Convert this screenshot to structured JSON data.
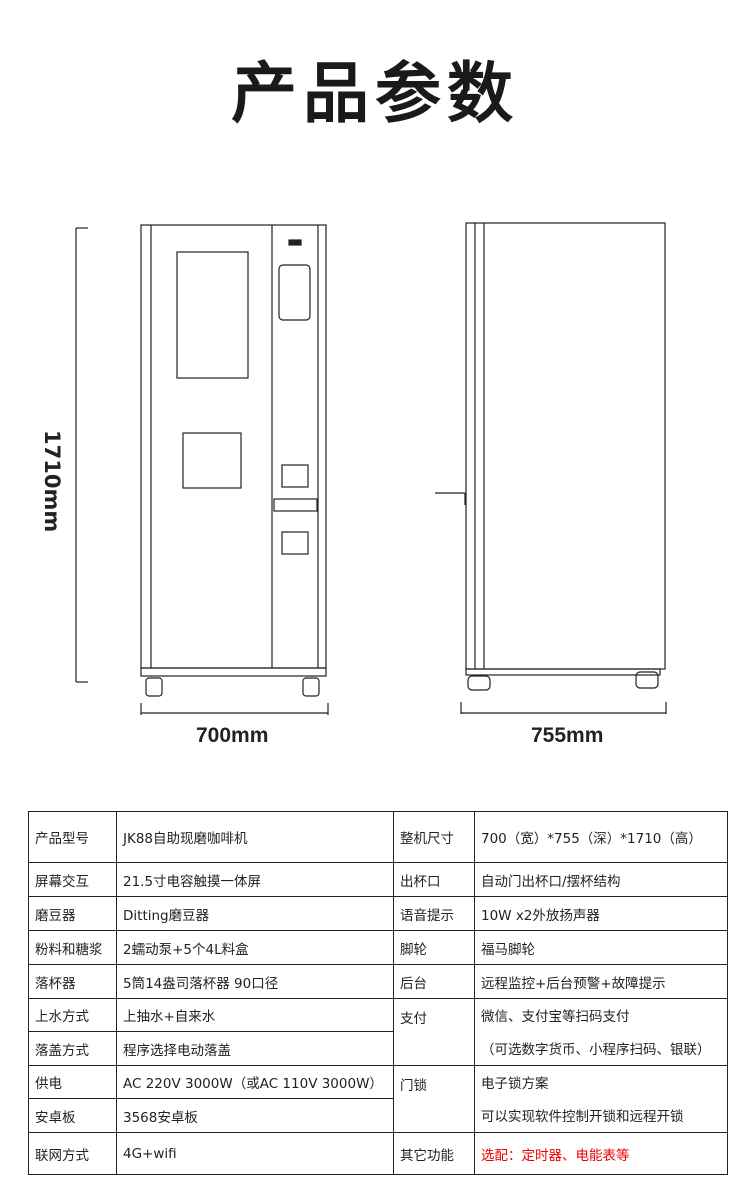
{
  "title": "产品参数",
  "dimensions": {
    "height": "1710mm",
    "front_width": "700mm",
    "side_depth": "755mm"
  },
  "specs": {
    "r1": {
      "k": "产品型号",
      "v": "JK88自助现磨咖啡机",
      "k2": "整机尺寸",
      "v2": "700（宽）*755（深）*1710（高）"
    },
    "r2": {
      "k": "屏幕交互",
      "v": "21.5寸电容触摸一体屏",
      "k2": "出杯口",
      "v2": "自动门出杯口/摆杯结构"
    },
    "r3": {
      "k": "磨豆器",
      "v": "Ditting磨豆器",
      "k2": "语音提示",
      "v2": "10W x2外放扬声器"
    },
    "r4": {
      "k": "粉料和糖浆",
      "v": "2蠕动泵+5个4L料盒",
      "k2": "脚轮",
      "v2": "福马脚轮"
    },
    "r5": {
      "k": "落杯器",
      "v": "5筒14盎司落杯器 90口径",
      "k2": "后台",
      "v2": "远程监控+后台预警+故障提示"
    },
    "r6": {
      "k": "上水方式",
      "v": "上抽水+自来水",
      "k2": "支付",
      "v2": "微信、支付宝等扫码支付"
    },
    "r7": {
      "k": "落盖方式",
      "v": "程序选择电动落盖",
      "v2": "（可选数字货币、小程序扫码、银联）"
    },
    "r8": {
      "k": "供电",
      "v": "AC 220V 3000W（或AC 110V 3000W）",
      "k2": "门锁",
      "v2": "电子锁方案"
    },
    "r9": {
      "k": "安卓板",
      "v": "3568安卓板",
      "v2": "可以实现软件控制开锁和远程开锁"
    },
    "r10": {
      "k": "联网方式",
      "v": "4G+wifi",
      "k2": "其它功能",
      "v2": "选配：定时器、电能表等"
    }
  },
  "colors": {
    "highlight": "#e00000"
  }
}
